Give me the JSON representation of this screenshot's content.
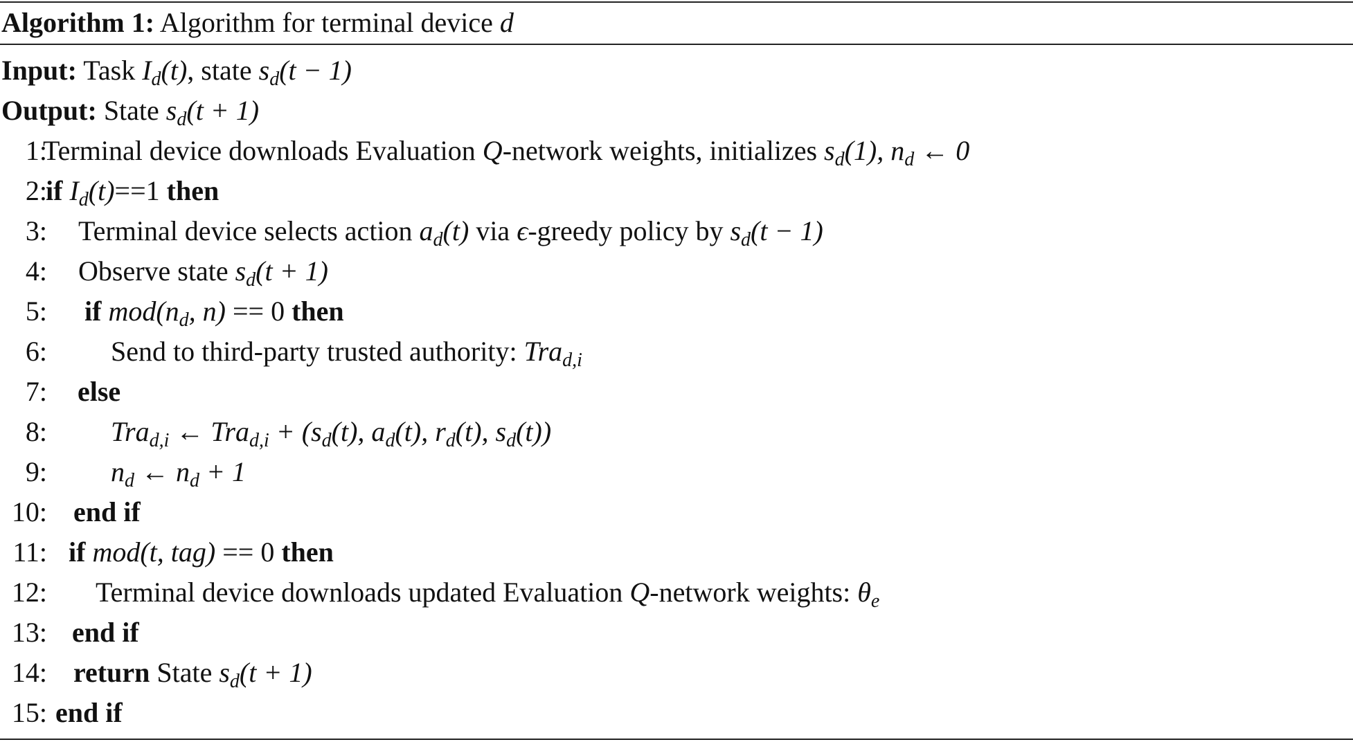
{
  "caption": {
    "label": "Algorithm 1:",
    "text": "Algorithm for terminal device",
    "var": "d"
  },
  "io": {
    "input_label": "Input:",
    "input_text_a": "Task",
    "input_text_b": "state",
    "output_label": "Output:",
    "output_text": "State"
  },
  "keywords": {
    "if": "if",
    "then": "then",
    "else": "else",
    "end_if": "end if",
    "return": "return"
  },
  "steps": [
    {
      "n": "1:",
      "text": "Terminal device downloads Evaluation",
      "text2": "-network weights, initializes"
    },
    {
      "n": "2:"
    },
    {
      "n": "3:",
      "text": "Terminal device selects action",
      "text2": "via",
      "text3": "-greedy policy by"
    },
    {
      "n": "4:",
      "text": "Observe state"
    },
    {
      "n": "5:"
    },
    {
      "n": "6:",
      "text": "Send to third-party trusted authority:"
    },
    {
      "n": "7:"
    },
    {
      "n": "8:"
    },
    {
      "n": "9:"
    },
    {
      "n": "10:"
    },
    {
      "n": "11:"
    },
    {
      "n": "12:",
      "text": "Terminal device downloads updated Evaluation",
      "text2": "-network weights:"
    },
    {
      "n": "13:"
    },
    {
      "n": "14:",
      "text": "State"
    },
    {
      "n": "15:"
    }
  ]
}
